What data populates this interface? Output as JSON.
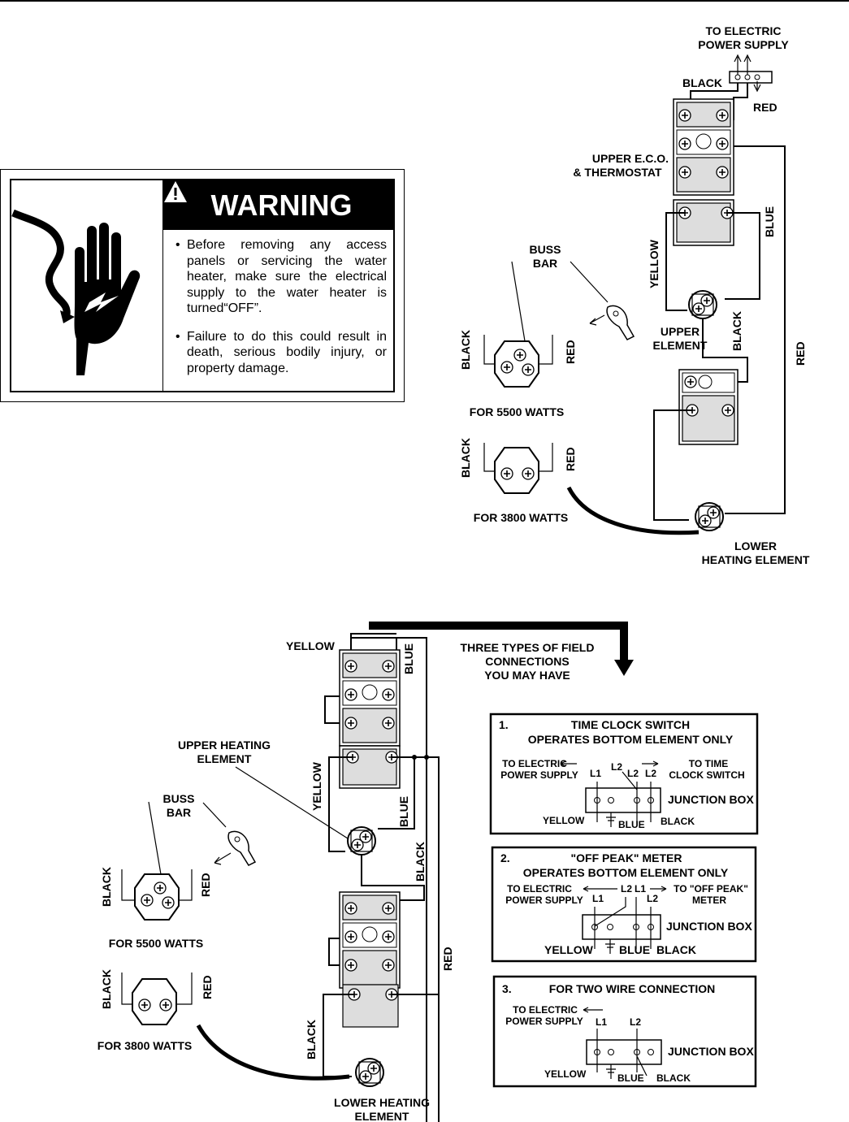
{
  "warning": {
    "icon": "electric-shock-hand-icon",
    "header": "WARNING",
    "items": [
      "Before removing any access panels or servicing the water heater, make sure the electrical supply to the water heater is turned“OFF”.",
      "Failure to do this could result in death, serious bodily injury, or property damage."
    ]
  },
  "top_diagram": {
    "power_supply": [
      "TO ELECTRIC",
      "POWER SUPPLY"
    ],
    "wire_black": "BLACK",
    "wire_red": "RED",
    "thermostat": [
      "UPPER E.C.O.",
      "& THERMOSTAT"
    ],
    "wire_blue": "BLUE",
    "wire_yellow": "YELLOW",
    "buss_bar": [
      "BUSS",
      "BAR"
    ],
    "upper_element": [
      "UPPER",
      "ELEMENT"
    ],
    "wire_black_2": "BLACK",
    "wire_red_2": "RED",
    "for_5500": "FOR 5500 WATTS",
    "for_3800": "FOR 3800 WATTS",
    "lower_element": [
      "LOWER",
      "HEATING ELEMENT"
    ]
  },
  "bottom_diagram": {
    "wire_yellow": "YELLOW",
    "wire_blue": "BLUE",
    "upper_heating_element": [
      "UPPER HEATING",
      "ELEMENT"
    ],
    "wire_yellow_2": "YELLOW",
    "wire_blue_2": "BLUE",
    "buss_bar": [
      "BUSS",
      "BAR"
    ],
    "wire_black": "BLACK",
    "wire_red": "RED",
    "for_5500": "FOR 5500 WATTS",
    "for_3800": "FOR 3800 WATTS",
    "wire_black_2": "BLACK",
    "wire_red_2": "RED",
    "lower_heating_element": [
      "LOWER HEATING",
      "ELEMENT"
    ],
    "field_connections": [
      "THREE TYPES OF FIELD",
      "CONNECTIONS",
      "YOU MAY HAVE"
    ]
  },
  "connections": [
    {
      "number": "1.",
      "title": [
        "TIME CLOCK SWITCH",
        "OPERATES BOTTOM ELEMENT ONLY"
      ],
      "left": [
        "TO ELECTRIC",
        "POWER SUPPLY"
      ],
      "right": [
        "TO TIME",
        "CLOCK SWITCH"
      ],
      "terminals": [
        "L1",
        "L2",
        "L2",
        "L2"
      ],
      "junction_box": "JUNCTION BOX",
      "wires": [
        "YELLOW",
        "BLUE",
        "BLACK"
      ]
    },
    {
      "number": "2.",
      "title": [
        "\"OFF PEAK\" METER",
        "OPERATES BOTTOM ELEMENT ONLY"
      ],
      "left": [
        "TO ELECTRIC",
        "POWER SUPPLY"
      ],
      "right": [
        "TO \"OFF PEAK\"",
        "METER"
      ],
      "terminals": [
        "L1",
        "L2",
        "L1",
        "L2"
      ],
      "junction_box": "JUNCTION BOX",
      "wires": [
        "YELLOW",
        "BLUE",
        "BLACK"
      ]
    },
    {
      "number": "3.",
      "title": [
        "FOR TWO WIRE CONNECTION"
      ],
      "left": [
        "TO ELECTRIC",
        "POWER SUPPLY"
      ],
      "terminals": [
        "L1",
        "L2"
      ],
      "junction_box": "JUNCTION BOX",
      "wires": [
        "YELLOW",
        "BLUE",
        "BLACK"
      ]
    }
  ]
}
